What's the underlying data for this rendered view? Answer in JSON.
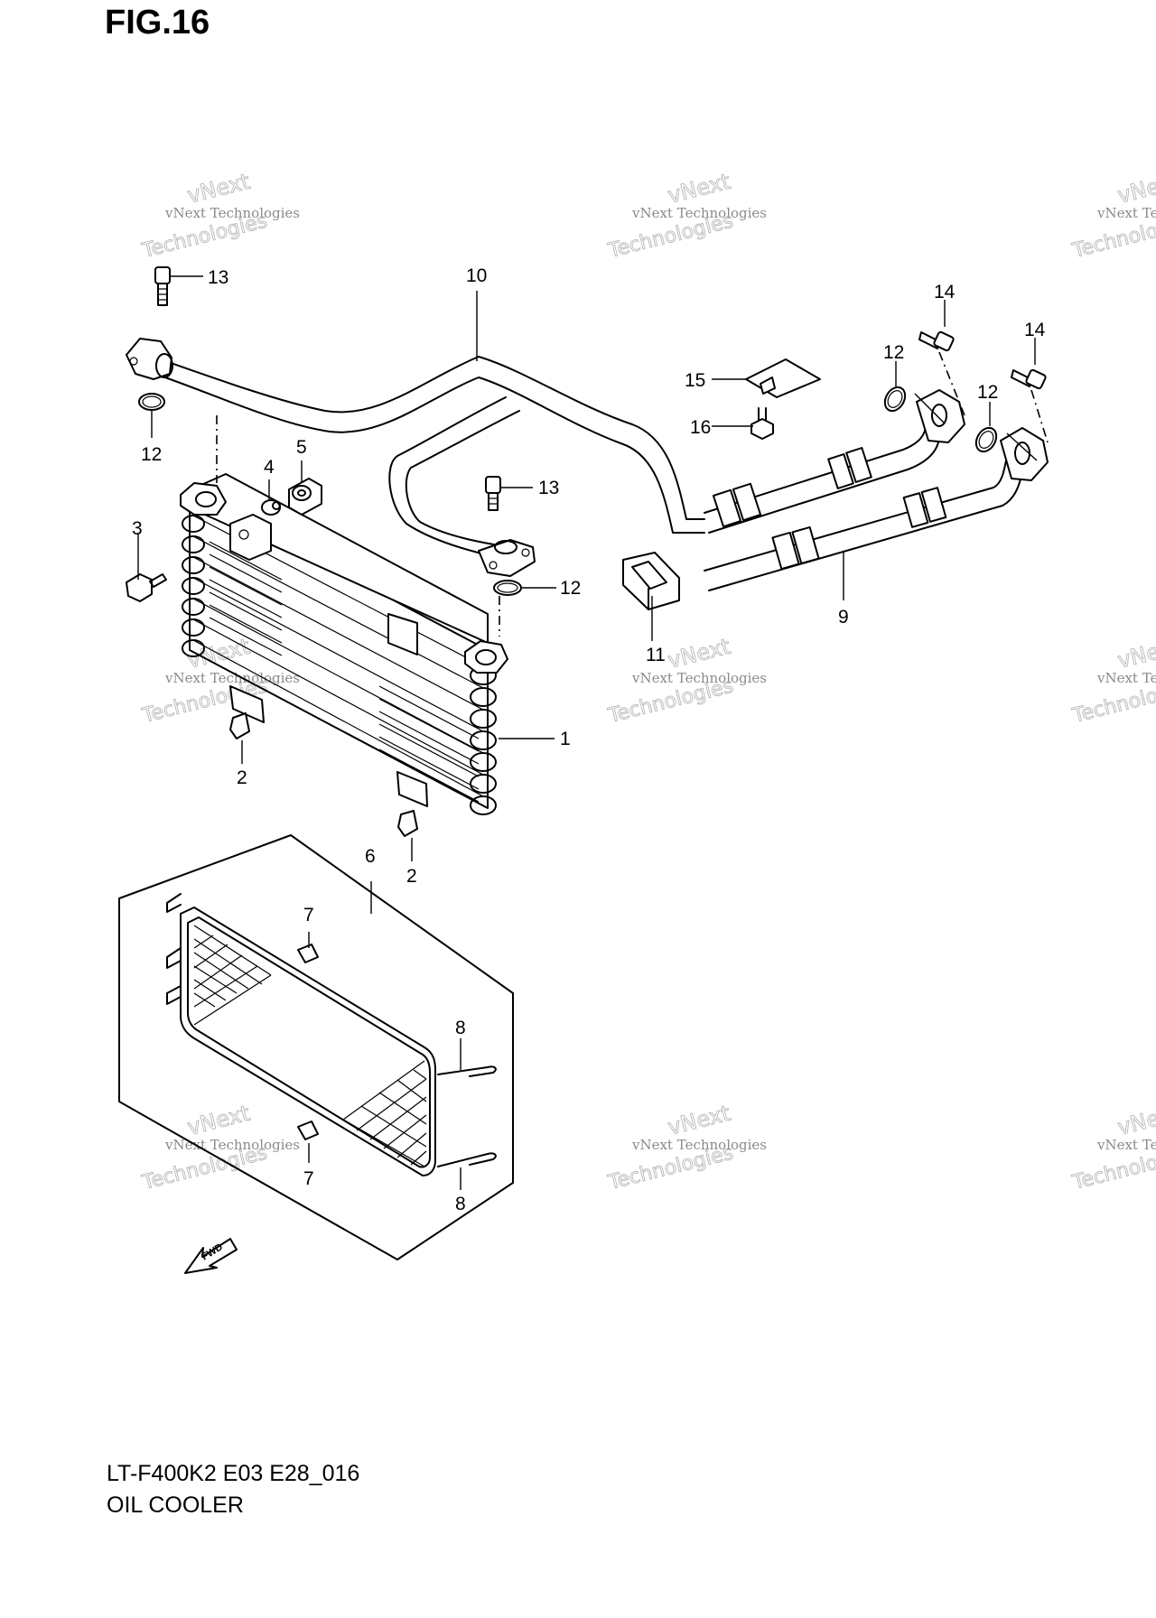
{
  "figure": {
    "title": "FIG.16",
    "model_code": "LT-F400K2 E03 E28_016",
    "section_name": "OIL COOLER"
  },
  "callouts": {
    "p1": "1",
    "p2a": "2",
    "p2b": "2",
    "p3": "3",
    "p4": "4",
    "p5": "5",
    "p6": "6",
    "p7a": "7",
    "p7b": "7",
    "p8a": "8",
    "p8b": "8",
    "p9": "9",
    "p10": "10",
    "p11": "11",
    "p12a": "12",
    "p12b": "12",
    "p12c": "12",
    "p12d": "12",
    "p13a": "13",
    "p13b": "13",
    "p14a": "14",
    "p14b": "14",
    "p15": "15",
    "p16": "16"
  },
  "fwd_arrow_label": "FWD",
  "watermark": {
    "brand": "vNext",
    "company": "vNext Technologies",
    "word": "Technologies"
  }
}
